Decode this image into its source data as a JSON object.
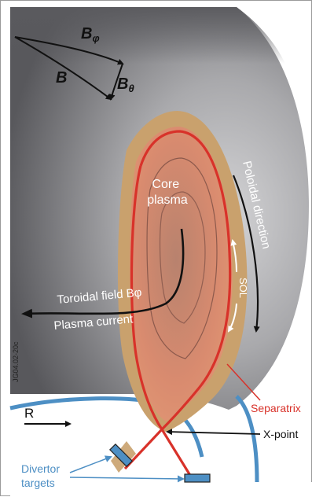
{
  "colors": {
    "torus_dark": "#5e5e62",
    "torus_light": "#c4c4c6",
    "plasma_edge": "#c8a06a",
    "plasma_core": "#d7826c",
    "separatrix": "#d8322a",
    "divertor_blue": "#4d8fc4",
    "arrow_black": "#111111"
  },
  "labels": {
    "b_phi": "B",
    "b_phi_sub": "φ",
    "b": "B",
    "b_theta": "B",
    "b_theta_sub": "θ",
    "core_line1": "Core",
    "core_line2": "plasma",
    "poloidal": "Poloidal direction",
    "sol": "SOL",
    "toroidal": "Toroidal field Bφ",
    "plasma_current": "Plasma current",
    "figure_id": "JG04.02-20c",
    "r_axis": "R",
    "separatrix": "Separatrix",
    "x_point": "X-point",
    "divertor_line1": "Divertor",
    "divertor_line2": "targets"
  }
}
